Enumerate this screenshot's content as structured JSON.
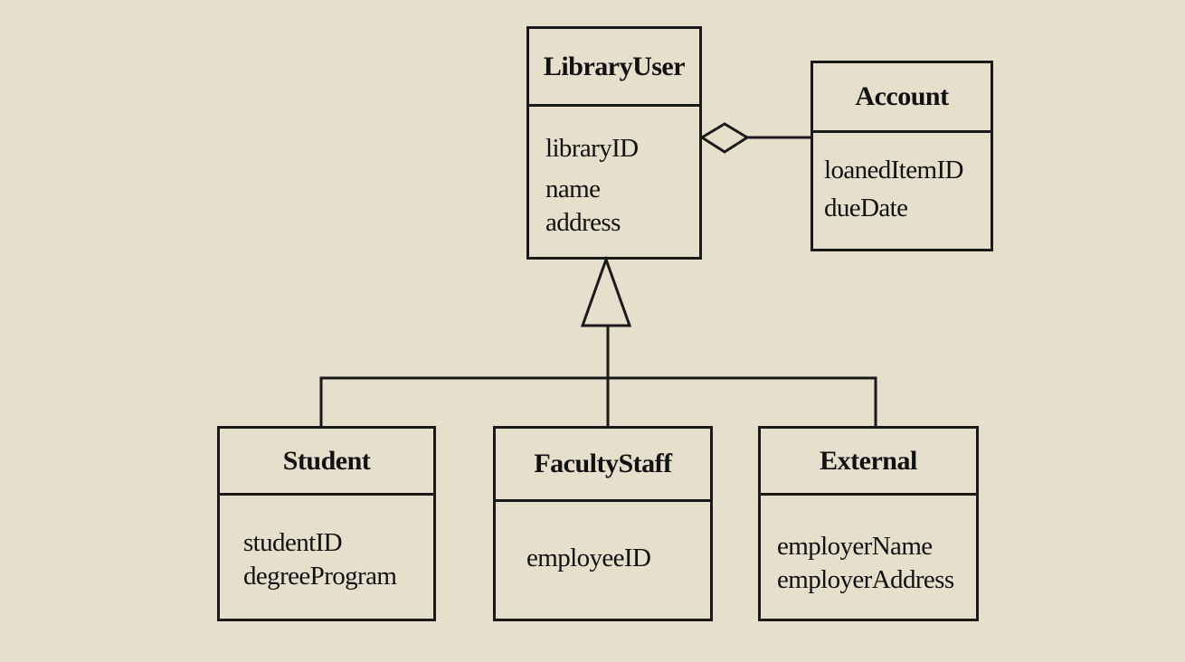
{
  "diagram": {
    "type": "uml-class-diagram",
    "background_color": "#e6dfcc",
    "line_color": "#1a1a1a",
    "classes": {
      "library_user": {
        "name": "LibraryUser",
        "attributes": [
          "libraryID",
          "name",
          "address"
        ]
      },
      "account": {
        "name": "Account",
        "attributes": [
          "loanedItemID",
          "dueDate"
        ]
      },
      "student": {
        "name": "Student",
        "attributes": [
          "studentID",
          "degreeProgram"
        ]
      },
      "faculty_staff": {
        "name": "FacultyStaff",
        "attributes": [
          "employeeID"
        ]
      },
      "external": {
        "name": "External",
        "attributes": [
          "employerName",
          "employerAddress"
        ]
      }
    },
    "relationships": [
      {
        "kind": "aggregation",
        "whole": "LibraryUser",
        "part": "Account"
      },
      {
        "kind": "generalization",
        "parent": "LibraryUser",
        "children": [
          "Student",
          "FacultyStaff",
          "External"
        ]
      }
    ]
  }
}
